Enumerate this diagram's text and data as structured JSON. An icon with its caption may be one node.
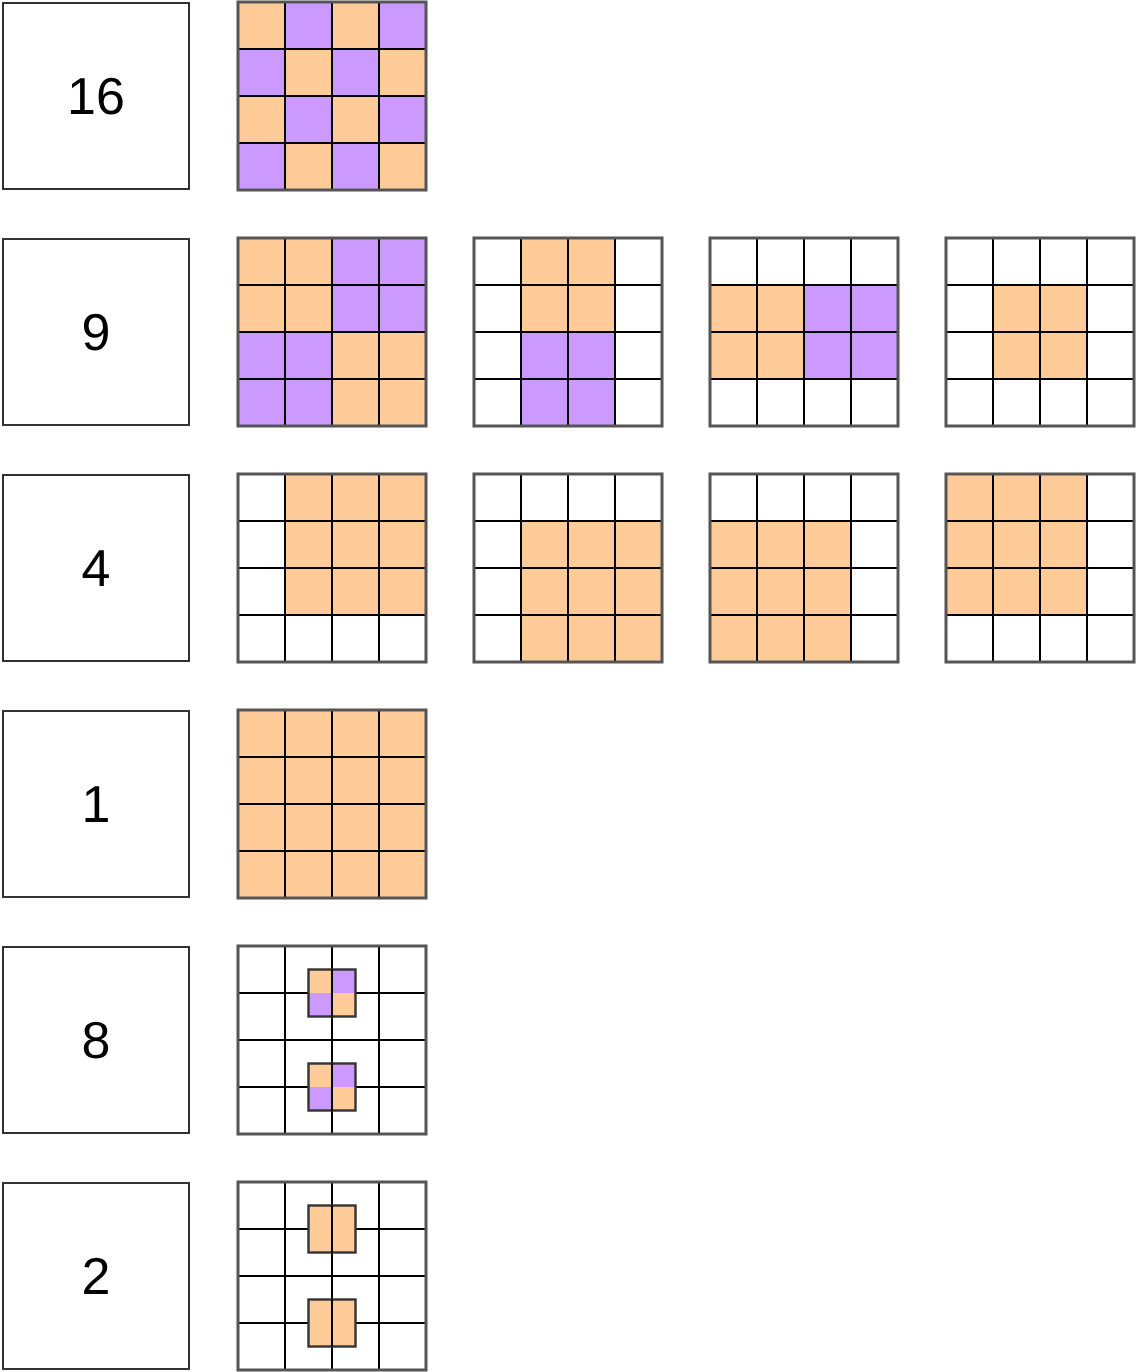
{
  "diagram": {
    "nodes": [
      {
        "text": [
          "16"
        ]
      },
      {
        "text": [
          "9"
        ]
      },
      {
        "text": [
          "4"
        ]
      },
      {
        "text": [
          "1"
        ]
      },
      {
        "text": [
          "8"
        ]
      },
      {
        "text": [
          "2"
        ]
      }
    ]
  }
}
